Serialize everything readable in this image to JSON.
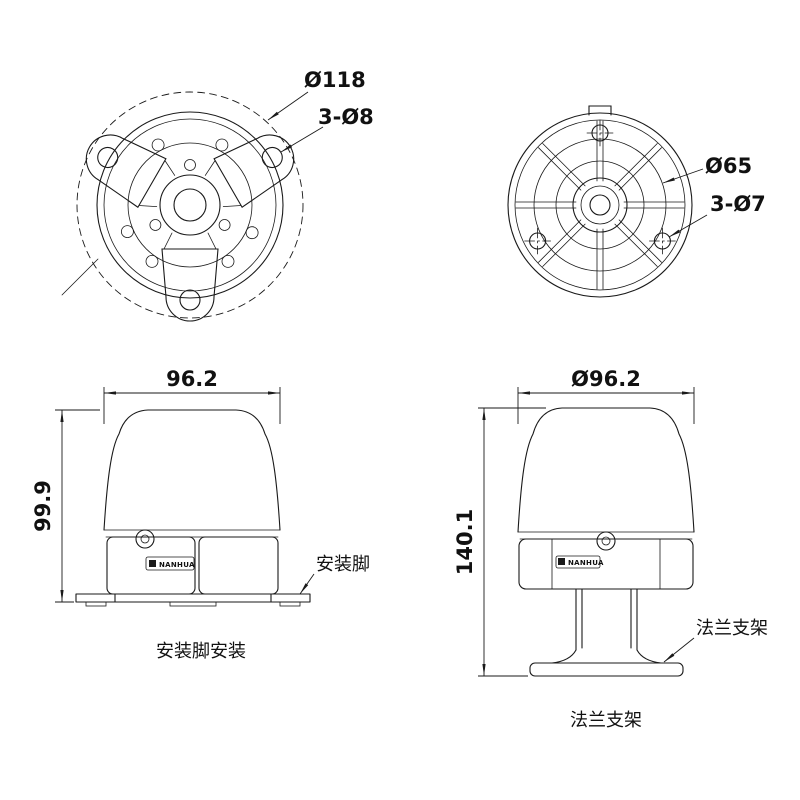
{
  "colors": {
    "line": "#1a1a1a",
    "background": "#ffffff"
  },
  "views": {
    "top_view": {
      "dim_circle": "Ø118",
      "dim_holes": "3-Ø8"
    },
    "bottom_view": {
      "dim_circle": "Ø65",
      "dim_holes": "3-Ø7"
    },
    "side_view_foot": {
      "dim_width": "96.2",
      "dim_height": "99.9",
      "part_label": "安装脚",
      "caption": "安装脚安装",
      "brand": "NANHUA"
    },
    "side_view_flange": {
      "dim_width": "Ø96.2",
      "dim_height": "140.1",
      "part_label": "法兰支架",
      "caption": "法兰支架",
      "brand": "NANHUA"
    }
  }
}
